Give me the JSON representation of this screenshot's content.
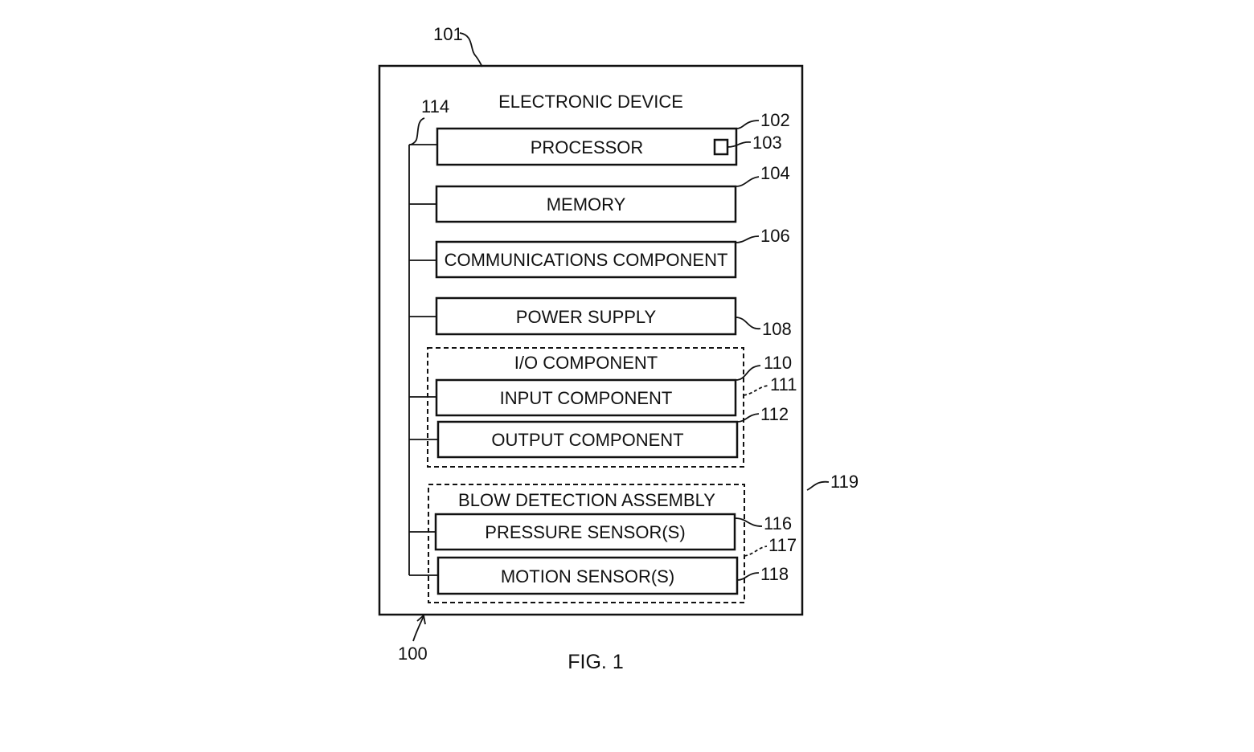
{
  "device": {
    "title": "ELECTRONIC DEVICE",
    "ref": "101",
    "device_ref": "100",
    "bus_ref": "114",
    "side_ref": "119"
  },
  "components": {
    "processor": {
      "label": "PROCESSOR",
      "ref": "102",
      "sub_ref": "103"
    },
    "memory": {
      "label": "MEMORY",
      "ref": "104"
    },
    "communications": {
      "label": "COMMUNICATIONS COMPONENT",
      "ref": "106"
    },
    "power": {
      "label": "POWER SUPPLY",
      "ref": "108"
    }
  },
  "io_group": {
    "title": "I/O COMPONENT",
    "ref": "110",
    "group_ref": "111",
    "input": {
      "label": "INPUT COMPONENT"
    },
    "output": {
      "label": "OUTPUT COMPONENT",
      "ref": "112"
    }
  },
  "blow_group": {
    "title": "BLOW DETECTION ASSEMBLY",
    "group_ref": "117",
    "pressure": {
      "label": "PRESSURE SENSOR(S)",
      "ref": "116"
    },
    "motion": {
      "label": "MOTION SENSOR(S)",
      "ref": "118"
    }
  },
  "caption": "FIG. 1"
}
